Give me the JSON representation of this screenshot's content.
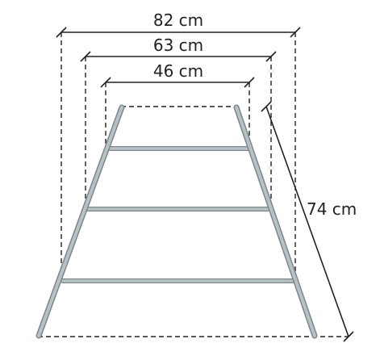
{
  "diagram": {
    "labels": {
      "top_width": "46 cm",
      "middle_width": "63 cm",
      "outer_width": "82 cm",
      "slant_length": "74 cm"
    },
    "colors": {
      "ladder": "#a9b4b8",
      "ladder_edge": "#7c878b",
      "dimension_line": "#222222",
      "text": "#222222"
    }
  }
}
